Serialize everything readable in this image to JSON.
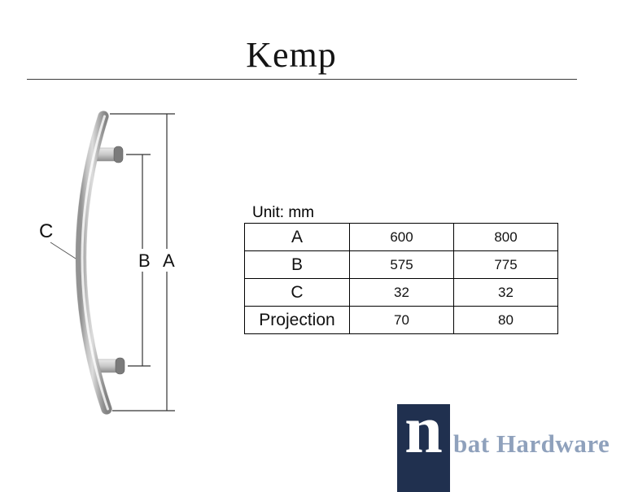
{
  "page": {
    "title": "Kemp"
  },
  "diagram": {
    "label_a": "A",
    "label_b": "B",
    "label_c": "C"
  },
  "table": {
    "unit_label": "Unit: mm",
    "rows": [
      {
        "label": "A",
        "size1": "600",
        "size2": "800"
      },
      {
        "label": "B",
        "size1": "575",
        "size2": "775"
      },
      {
        "label": "C",
        "size1": "32",
        "size2": "32"
      },
      {
        "label": "Projection",
        "size1": "70",
        "size2": "80"
      }
    ]
  },
  "logo": {
    "letter": "n",
    "name": "bat Hardware",
    "square_color": "#20304f",
    "text_color": "#8fa1bc"
  }
}
